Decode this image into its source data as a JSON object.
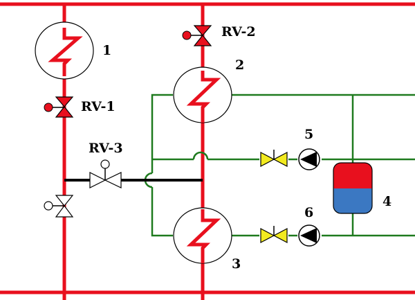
{
  "labels": {
    "hx1": "1",
    "hx2": "2",
    "hx3": "3",
    "tank": "4",
    "pump5": "5",
    "pump6": "6",
    "rv1": "RV-1",
    "rv2": "RV-2",
    "rv3": "RV-3"
  },
  "colors": {
    "heating_pipe": "#e8101e",
    "secondary_pipe": "#1e7a1e",
    "bypass_pipe": "#000000",
    "valve_fill": "#e8101e",
    "check_valve_fill": "#f2ea1f",
    "tank_top": "#e8101e",
    "tank_bottom": "#3b78c2"
  },
  "icons": {
    "heat_exchanger": "zigzag-heat-exchanger-icon",
    "control_valve": "motorized-valve-icon",
    "check_valve": "check-valve-icon",
    "pump": "circulation-pump-icon",
    "storage_tank": "storage-tank-icon"
  }
}
